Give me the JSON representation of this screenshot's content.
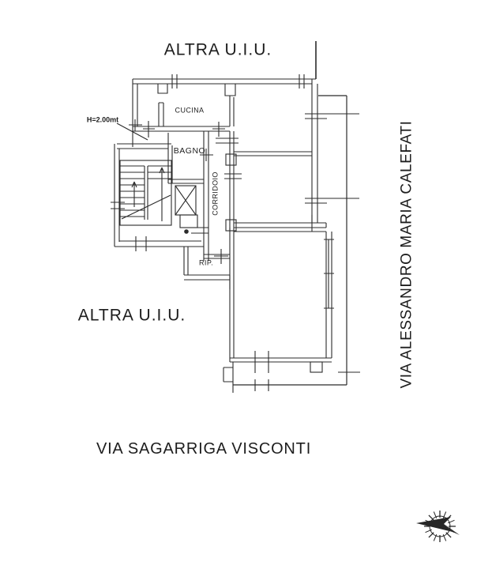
{
  "document": {
    "type": "scanned cadastral floor plan",
    "colors": {
      "background": "#ffffff",
      "ink": "#262626"
    }
  },
  "labels": {
    "top_unit": "ALTRA U.I.U.",
    "left_unit": "ALTRA U.I.U.",
    "street_right": "VIA ALESSANDRO MARIA CALEFATI",
    "street_bottom": "VIA SAGARRIGA VISCONTI"
  },
  "rooms": {
    "kitchen": "CUCINA",
    "bathroom": "BAGNO",
    "corridor": "CORRIDOIO",
    "storage": "RIP."
  },
  "annotations": {
    "height_note": "H=2.00mt"
  },
  "icons": {
    "compass": "compass-rose"
  }
}
